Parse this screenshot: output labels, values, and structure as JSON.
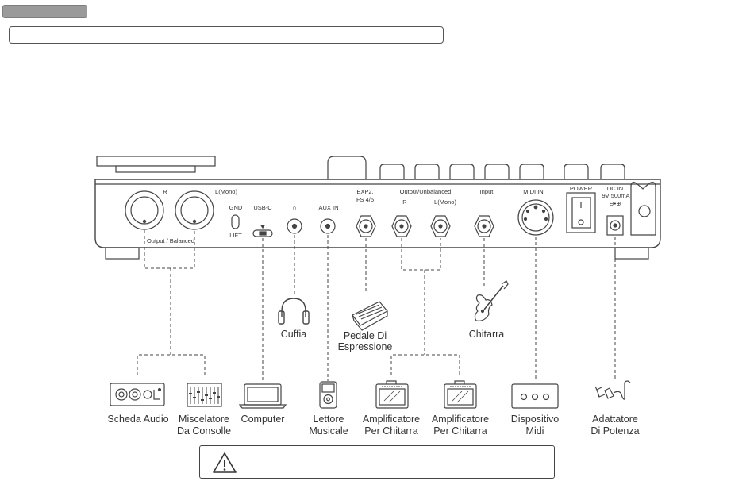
{
  "panel_labels": {
    "output_r": "R",
    "output_l": "L(Mono)",
    "output_balanced": "Output / Balanced",
    "gnd": "GND",
    "lift": "LIFT",
    "usbc": "USB-C",
    "headphone_symbol": "∩",
    "aux_in": "AUX IN",
    "exp2": "EXP2,",
    "fs45": "FS 4/5",
    "output_unbalanced": "Output/Unbalanced",
    "unbal_r": "R",
    "unbal_l": "L(Mono)",
    "input": "Input",
    "midi_in": "MIDI IN",
    "power": "POWER",
    "dc_in": "DC IN",
    "dc_spec": "9V 500mA",
    "polarity": "⊖•⊕"
  },
  "devices": {
    "cuffia": "Cuffia",
    "pedale_1": "Pedale Di",
    "pedale_2": "Espressione",
    "chitarra": "Chitarra",
    "scheda_audio": "Scheda Audio",
    "miscelatore_1": "Miscelatore",
    "miscelatore_2": "Da Consolle",
    "computer": "Computer",
    "lettore_1": "Lettore",
    "lettore_2": "Musicale",
    "amp1_1": "Amplificatore",
    "amp1_2": "Per Chitarra",
    "amp2_1": "Amplificatore",
    "amp2_2": "Per Chitarra",
    "midi_1": "Dispositivo",
    "midi_2": "Midi",
    "adattatore_1": "Adattatore",
    "adattatore_2": "Di Potenza"
  },
  "icons": {
    "warning": "warning-triangle-icon"
  }
}
